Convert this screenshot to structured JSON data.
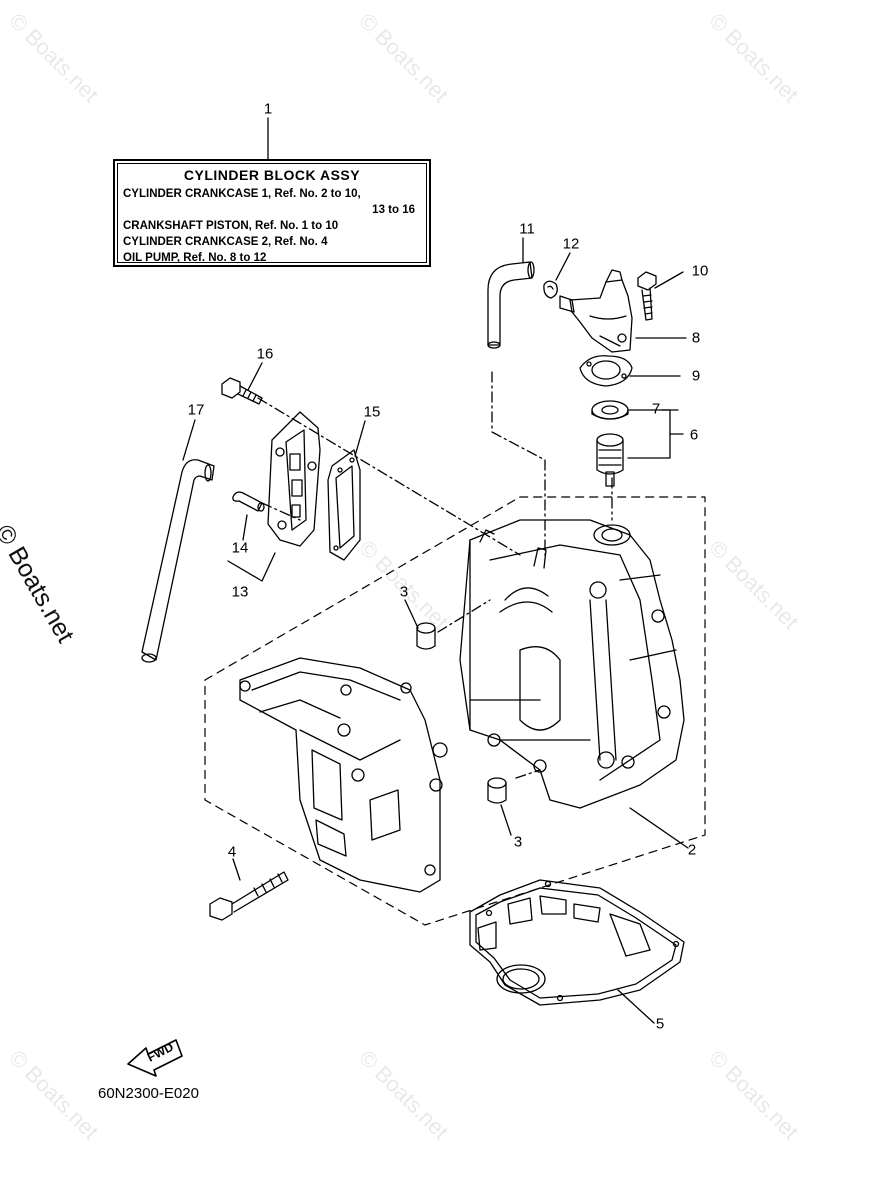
{
  "legend": {
    "title": "CYLINDER BLOCK ASSY",
    "line1": "CYLINDER CRANKCASE 1,  Ref. No. 2 to 10,",
    "line1b": "13  to  16",
    "line2": "CRANKSHAFT PISTON,  Ref. No. 1 to 10",
    "line3": "CYLINDER CRANKCASE 2,  Ref. No. 4",
    "line4": "OIL PUMP,  Ref. No. 8 to 12"
  },
  "callouts": {
    "c1": "1",
    "c2": "2",
    "c3a": "3",
    "c3b": "3",
    "c4": "4",
    "c5": "5",
    "c6": "6",
    "c7": "7",
    "c8": "8",
    "c9": "9",
    "c10": "10",
    "c11": "11",
    "c12": "12",
    "c13": "13",
    "c14": "14",
    "c15": "15",
    "c16": "16",
    "c17": "17"
  },
  "fwd_label": "FWD",
  "diagram_code": "60N2300-E020",
  "watermark": "© Boats.net",
  "side_watermark": "© Boats.net"
}
